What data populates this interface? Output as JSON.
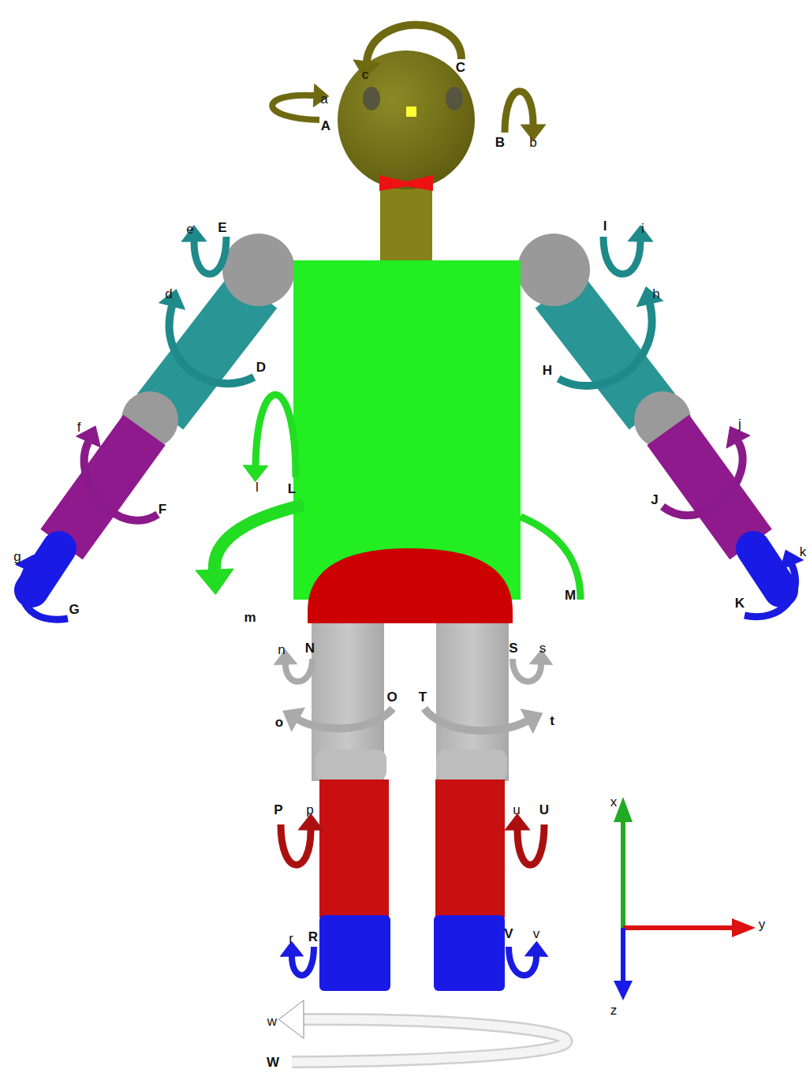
{
  "diagram": {
    "labels": [
      "c",
      "C",
      "a",
      "A",
      "B",
      "b",
      "e",
      "E",
      "I",
      "i",
      "d",
      "h",
      "D",
      "H",
      "f",
      "j",
      "l",
      "L",
      "F",
      "J",
      "g",
      "k",
      "G",
      "K",
      "m",
      "M",
      "n",
      "N",
      "S",
      "s",
      "O",
      "T",
      "o",
      "t",
      "P",
      "p",
      "u",
      "U",
      "x",
      "r",
      "R",
      "V",
      "v",
      "y",
      "z",
      "w",
      "W"
    ]
  }
}
